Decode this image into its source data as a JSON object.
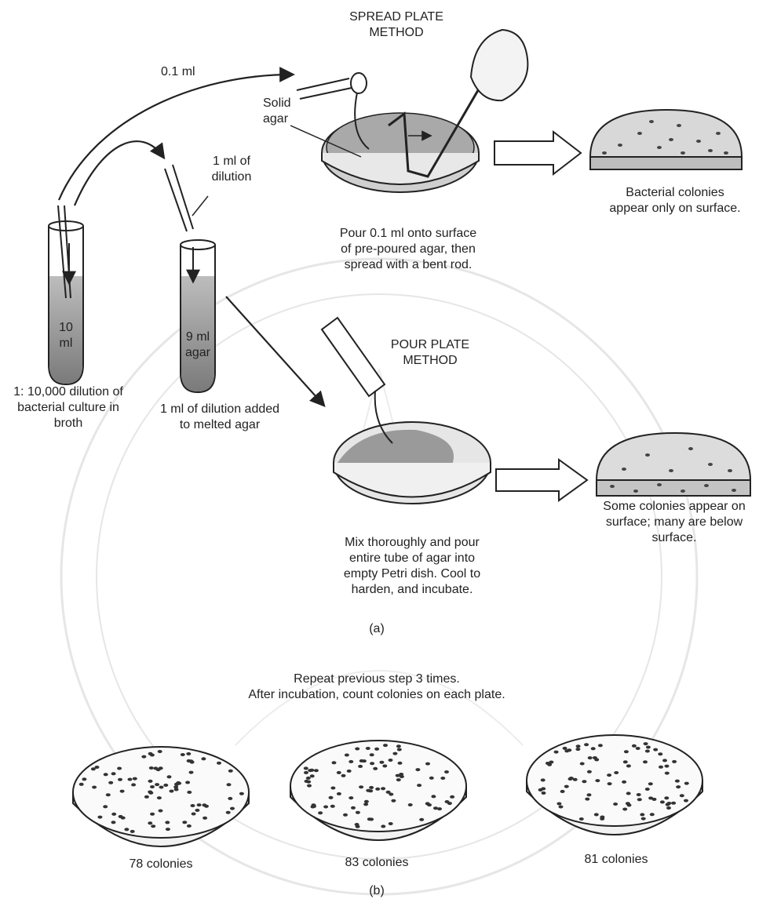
{
  "spread": {
    "title_line1": "SPREAD PLATE",
    "title_line2": "METHOD",
    "volume_label": "0.1 ml",
    "solid_agar_line1": "Solid",
    "solid_agar_line2": "agar",
    "caption_line1": "Pour 0.1 ml onto surface",
    "caption_line2": "of pre-poured agar, then",
    "caption_line3": "spread with a bent rod.",
    "result_line1": "Bacterial colonies",
    "result_line2": "appear only on surface."
  },
  "dilution": {
    "label_line1": "1 ml of",
    "label_line2": "dilution",
    "tube1_volume_line1": "10",
    "tube1_volume_line2": "ml",
    "tube1_caption_line1": "1: 10,000 dilution of",
    "tube1_caption_line2": "bacterial culture in",
    "tube1_caption_line3": "broth",
    "tube2_volume_line1": "9 ml",
    "tube2_volume_line2": "agar",
    "tube2_caption_line1": "1 ml of dilution added",
    "tube2_caption_line2": "to melted agar"
  },
  "pour": {
    "title_line1": "POUR PLATE",
    "title_line2": "METHOD",
    "caption_line1": "Mix thoroughly and pour",
    "caption_line2": "entire tube of agar into",
    "caption_line3": "empty Petri dish. Cool to",
    "caption_line4": "harden, and incubate.",
    "result_line1": "Some colonies appear on",
    "result_line2": "surface; many are below",
    "result_line3": "surface."
  },
  "panel_a_label": "(a)",
  "panel_b": {
    "instruction_line1": "Repeat previous step 3 times.",
    "instruction_line2": "After incubation, count colonies on each plate.",
    "plates": [
      {
        "label": "78 colonies",
        "count": 78
      },
      {
        "label": "83 colonies",
        "count": 83
      },
      {
        "label": "81 colonies",
        "count": 81
      }
    ],
    "label": "(b)"
  },
  "colors": {
    "ink": "#222222",
    "agar_shade": "#8a8a8a",
    "watermark": "#e2e2e2"
  }
}
